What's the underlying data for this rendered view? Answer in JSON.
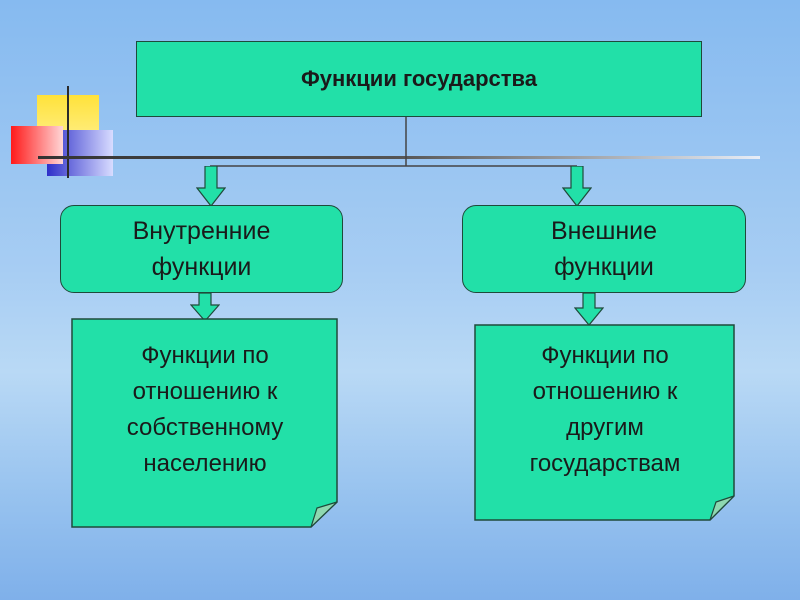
{
  "diagram": {
    "title": "Функции государства",
    "branches": [
      {
        "heading_line1": "Внутренние",
        "heading_line2": "функции",
        "desc_lines": [
          "Функции по",
          "отношению к",
          "собственному",
          "населению"
        ]
      },
      {
        "heading_line1": "Внешние",
        "heading_line2": "функции",
        "desc_lines": [
          "Функции по",
          "отношению к",
          "другим",
          "государствам"
        ]
      }
    ]
  },
  "colors": {
    "box_fill": "#22e0a8",
    "border": "#1f4a3a",
    "arrow_fill": "#22e0a8"
  }
}
